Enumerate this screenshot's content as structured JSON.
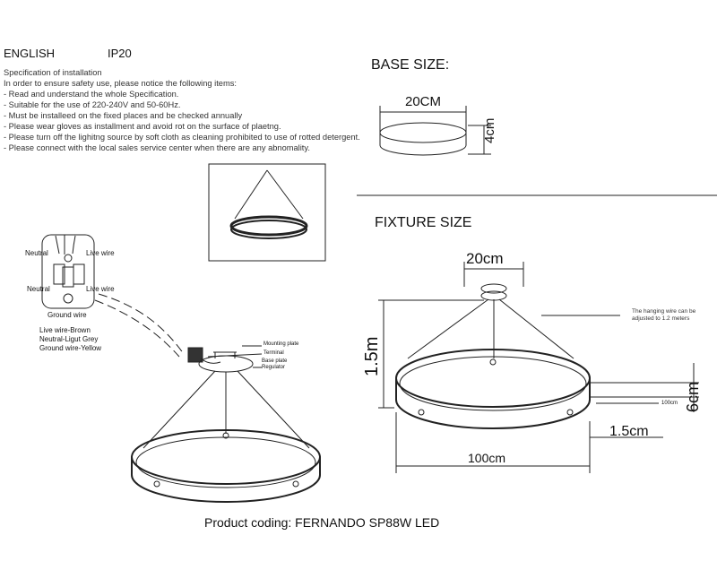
{
  "header": {
    "language": "ENGLISH",
    "ip_rating": "IP20"
  },
  "spec": {
    "title": "Specification of installation",
    "intro": "In order to ensure safety use, please notice the following items:",
    "items": [
      "- Read and understand the whole Specification.",
      "- Suitable for the use of 220-240V and 50-60Hz.",
      "- Must be installeed on the fixed places and be checked annually",
      "- Please wear gloves as installment and avoid rot on the surface of plaetng.",
      "- Please turn off the lighitng source by soft cloth as cleaning prohibited to use of rotted detergent.",
      "- Please connect with the local sales service center when there are any abnomality."
    ]
  },
  "base": {
    "title": "BASE SIZE:",
    "width": "20CM",
    "height": "4cm"
  },
  "fixture": {
    "title": "FIXTURE SIZE",
    "canopy": "20cm",
    "drop": "1.5m",
    "note": "The hanging wire can be adjusted to 1.2 meters",
    "ring_height": "6cm",
    "ring_small": "100cm",
    "ring_depth": "1.5cm",
    "diameter": "100cm"
  },
  "wiring": {
    "neutral_top": "Neutral",
    "live_top": "Live wire",
    "neutral_bottom": "Neutral",
    "live_bottom": "Live wire",
    "ground": "Ground wire",
    "legend": [
      "Live wire-Brown",
      "Neutral-Ligut Grey",
      "Ground wire-Yellow"
    ]
  },
  "install": {
    "mounting_plate": "Mounting plate",
    "terminal": "Terminal",
    "base_plate": "Base plate",
    "regulator": "Regulator"
  },
  "footer": {
    "product": "Product coding: FERNANDO SP88W LED"
  }
}
